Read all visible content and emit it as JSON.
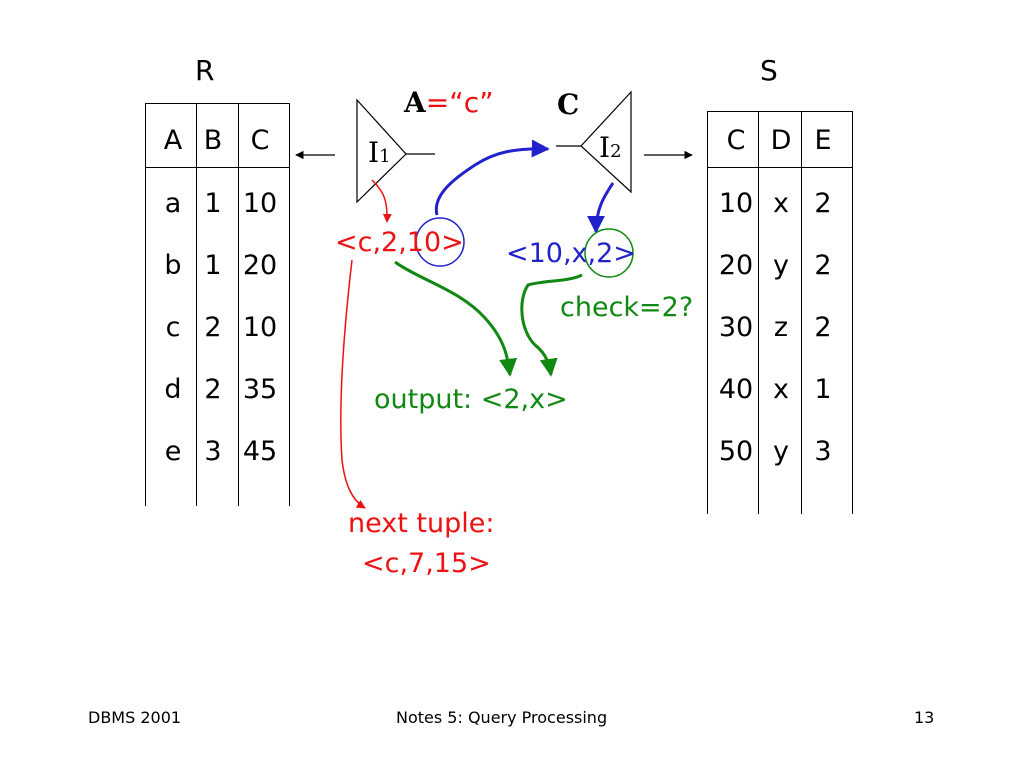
{
  "relation_r": {
    "name": "R",
    "headers": [
      "A",
      "B",
      "C"
    ],
    "rows": [
      [
        "a",
        "1",
        "10"
      ],
      [
        "b",
        "1",
        "20"
      ],
      [
        "c",
        "2",
        "10"
      ],
      [
        "d",
        "2",
        "35"
      ],
      [
        "e",
        "3",
        "45"
      ]
    ]
  },
  "relation_s": {
    "name": "S",
    "headers": [
      "C",
      "D",
      "E"
    ],
    "rows": [
      [
        "10",
        "x",
        "2"
      ],
      [
        "20",
        "y",
        "2"
      ],
      [
        "30",
        "z",
        "2"
      ],
      [
        "40",
        "x",
        "1"
      ],
      [
        "50",
        "y",
        "3"
      ]
    ]
  },
  "index1": {
    "label_main": "I",
    "label_sub": "1",
    "condition_attr": "A",
    "condition_op": "=",
    "condition_value": "“c”"
  },
  "index2": {
    "label_main": "I",
    "label_sub": "2",
    "attr": "C"
  },
  "annotations": {
    "tuple_r": "<c,2,10>",
    "tuple_s": "<10,x,2>",
    "check": "check=2?",
    "output": "output: <2,x>",
    "next_tuple_line1": "next tuple:",
    "next_tuple_line2": "<c,7,15>"
  },
  "colors": {
    "red": "#ee1111",
    "blue": "#2222cc",
    "green": "#118811"
  },
  "footer": {
    "left": "DBMS 2001",
    "center": "Notes 5: Query Processing",
    "right": "13"
  }
}
